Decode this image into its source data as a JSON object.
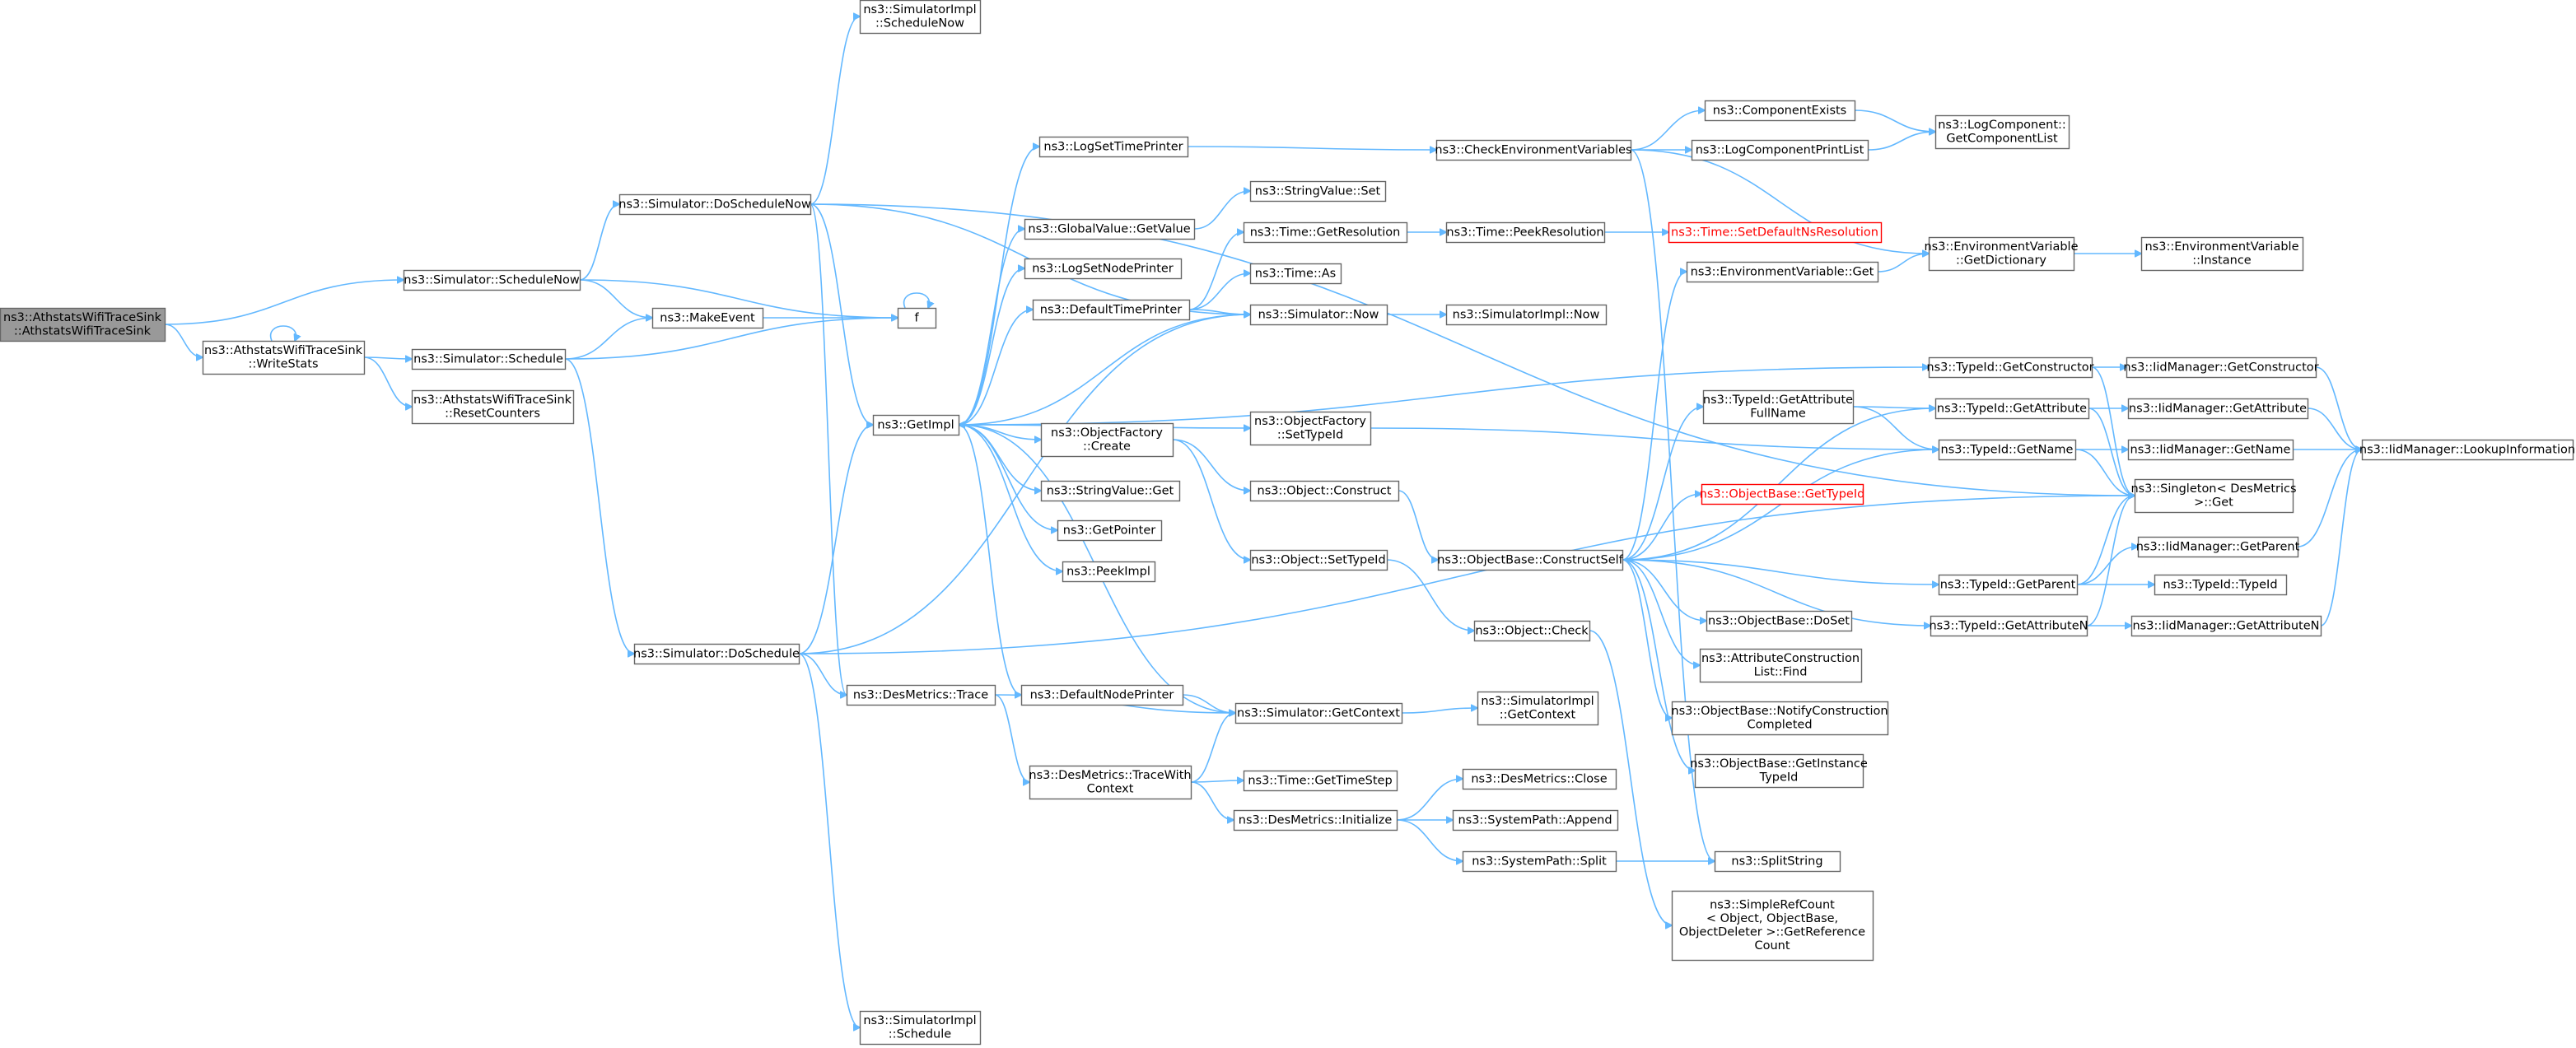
{
  "graph": {
    "colors": {
      "edge": "#63b8ff",
      "root_fill": "#999999",
      "node_border": "#666666",
      "highlight_border": "#ff0000"
    },
    "nodes": [
      {
        "id": "root",
        "lines": [
          "ns3::AthstatsWifiTraceSink",
          "::AthstatsWifiTraceSink"
        ],
        "style": "root"
      },
      {
        "id": "writestats",
        "lines": [
          "ns3::AthstatsWifiTraceSink",
          "::WriteStats"
        ]
      },
      {
        "id": "resetcounters",
        "lines": [
          "ns3::AthstatsWifiTraceSink",
          "::ResetCounters"
        ]
      },
      {
        "id": "schedulenow",
        "lines": [
          "ns3::Simulator::ScheduleNow"
        ]
      },
      {
        "id": "schedule",
        "lines": [
          "ns3::Simulator::Schedule"
        ]
      },
      {
        "id": "makeevent",
        "lines": [
          "ns3::MakeEvent"
        ]
      },
      {
        "id": "f",
        "lines": [
          "f"
        ]
      },
      {
        "id": "doschedulenow",
        "lines": [
          "ns3::Simulator::DoScheduleNow"
        ]
      },
      {
        "id": "implschedulenow",
        "lines": [
          "ns3::SimulatorImpl",
          "::ScheduleNow"
        ]
      },
      {
        "id": "doschedule",
        "lines": [
          "ns3::Simulator::DoSchedule"
        ]
      },
      {
        "id": "implschedule",
        "lines": [
          "ns3::SimulatorImpl",
          "::Schedule"
        ]
      },
      {
        "id": "getimpl",
        "lines": [
          "ns3::GetImpl"
        ]
      },
      {
        "id": "desmetricstrace",
        "lines": [
          "ns3::DesMetrics::Trace"
        ]
      },
      {
        "id": "logsettimeprinter",
        "lines": [
          "ns3::LogSetTimePrinter"
        ]
      },
      {
        "id": "globalvalueget",
        "lines": [
          "ns3::GlobalValue::GetValue"
        ]
      },
      {
        "id": "logsetnodeprinter",
        "lines": [
          "ns3::LogSetNodePrinter"
        ]
      },
      {
        "id": "defaulttimeprinter",
        "lines": [
          "ns3::DefaultTimePrinter"
        ]
      },
      {
        "id": "objectfactorycreate",
        "lines": [
          "ns3::ObjectFactory",
          "::Create"
        ]
      },
      {
        "id": "stringvalueget",
        "lines": [
          "ns3::StringValue::Get"
        ]
      },
      {
        "id": "getpointer",
        "lines": [
          "ns3::GetPointer"
        ]
      },
      {
        "id": "peekimpl",
        "lines": [
          "ns3::PeekImpl"
        ]
      },
      {
        "id": "defaultnodeprinter",
        "lines": [
          "ns3::DefaultNodePrinter"
        ]
      },
      {
        "id": "tracewithcontext",
        "lines": [
          "ns3::DesMetrics::TraceWith",
          "Context"
        ]
      },
      {
        "id": "stringvalueset",
        "lines": [
          "ns3::StringValue::Set"
        ]
      },
      {
        "id": "timegetresolution",
        "lines": [
          "ns3::Time::GetResolution"
        ]
      },
      {
        "id": "timeas",
        "lines": [
          "ns3::Time::As"
        ]
      },
      {
        "id": "simnow",
        "lines": [
          "ns3::Simulator::Now"
        ]
      },
      {
        "id": "ofsettypeid",
        "lines": [
          "ns3::ObjectFactory",
          "::SetTypeId"
        ]
      },
      {
        "id": "objectconstruct",
        "lines": [
          "ns3::Object::Construct"
        ]
      },
      {
        "id": "objectsettypeid",
        "lines": [
          "ns3::Object::SetTypeId"
        ]
      },
      {
        "id": "simgetcontext",
        "lines": [
          "ns3::Simulator::GetContext"
        ]
      },
      {
        "id": "timegettimestep",
        "lines": [
          "ns3::Time::GetTimeStep"
        ]
      },
      {
        "id": "desinitialize",
        "lines": [
          "ns3::DesMetrics::Initialize"
        ]
      },
      {
        "id": "checkenv",
        "lines": [
          "ns3::CheckEnvironmentVariables"
        ]
      },
      {
        "id": "timepeekres",
        "lines": [
          "ns3::Time::PeekResolution"
        ]
      },
      {
        "id": "implnow",
        "lines": [
          "ns3::SimulatorImpl::Now"
        ]
      },
      {
        "id": "constructself",
        "lines": [
          "ns3::ObjectBase::ConstructSelf"
        ]
      },
      {
        "id": "objectcheck",
        "lines": [
          "ns3::Object::Check"
        ]
      },
      {
        "id": "implgetcontext",
        "lines": [
          "ns3::SimulatorImpl",
          "::GetContext"
        ]
      },
      {
        "id": "desclose",
        "lines": [
          "ns3::DesMetrics::Close"
        ]
      },
      {
        "id": "syspathappend",
        "lines": [
          "ns3::SystemPath::Append"
        ]
      },
      {
        "id": "syspathsplit",
        "lines": [
          "ns3::SystemPath::Split"
        ]
      },
      {
        "id": "componentexists",
        "lines": [
          "ns3::ComponentExists"
        ]
      },
      {
        "id": "logcomponentprintlist",
        "lines": [
          "ns3::LogComponentPrintList"
        ]
      },
      {
        "id": "setdefaultnsres",
        "lines": [
          "ns3::Time::SetDefaultNsResolution"
        ],
        "style": "red"
      },
      {
        "id": "envvarget",
        "lines": [
          "ns3::EnvironmentVariable::Get"
        ]
      },
      {
        "id": "typeidgetattrfullname",
        "lines": [
          "ns3::TypeId::GetAttribute",
          "FullName"
        ]
      },
      {
        "id": "objectbasegettypeid",
        "lines": [
          "ns3::ObjectBase::GetTypeId"
        ],
        "style": "red"
      },
      {
        "id": "objectbasedoset",
        "lines": [
          "ns3::ObjectBase::DoSet"
        ]
      },
      {
        "id": "attrconstructionfind",
        "lines": [
          "ns3::AttributeConstruction",
          "List::Find"
        ]
      },
      {
        "id": "notifyconstruction",
        "lines": [
          "ns3::ObjectBase::NotifyConstruction",
          "Completed"
        ]
      },
      {
        "id": "getinstancetypeid",
        "lines": [
          "ns3::ObjectBase::GetInstance",
          "TypeId"
        ]
      },
      {
        "id": "splitstring",
        "lines": [
          "ns3::SplitString"
        ]
      },
      {
        "id": "simplerefcount",
        "lines": [
          "ns3::SimpleRefCount",
          "< Object, ObjectBase,",
          "ObjectDeleter >::GetReference",
          "Count"
        ]
      },
      {
        "id": "logcomponentgetlist",
        "lines": [
          "ns3::LogComponent::",
          "GetComponentList"
        ]
      },
      {
        "id": "envvargetdict",
        "lines": [
          "ns3::EnvironmentVariable",
          "::GetDictionary"
        ]
      },
      {
        "id": "typeidgetconstructor",
        "lines": [
          "ns3::TypeId::GetConstructor"
        ]
      },
      {
        "id": "typeidgetattribute",
        "lines": [
          "ns3::TypeId::GetAttribute"
        ]
      },
      {
        "id": "typeidgetname",
        "lines": [
          "ns3::TypeId::GetName"
        ]
      },
      {
        "id": "typeidgetparent",
        "lines": [
          "ns3::TypeId::GetParent"
        ]
      },
      {
        "id": "typeidgetattributen",
        "lines": [
          "ns3::TypeId::GetAttributeN"
        ]
      },
      {
        "id": "envvarinstance",
        "lines": [
          "ns3::EnvironmentVariable",
          "::Instance"
        ]
      },
      {
        "id": "iidgetconstructor",
        "lines": [
          "ns3::IidManager::GetConstructor"
        ]
      },
      {
        "id": "iidgetattribute",
        "lines": [
          "ns3::IidManager::GetAttribute"
        ]
      },
      {
        "id": "iidgetname",
        "lines": [
          "ns3::IidManager::GetName"
        ]
      },
      {
        "id": "singletonget",
        "lines": [
          "ns3::Singleton< DesMetrics",
          ">::Get"
        ]
      },
      {
        "id": "iidgetparent",
        "lines": [
          "ns3::IidManager::GetParent"
        ]
      },
      {
        "id": "typeidtypeid",
        "lines": [
          "ns3::TypeId::TypeId"
        ]
      },
      {
        "id": "iidgetattributen",
        "lines": [
          "ns3::IidManager::GetAttributeN"
        ]
      },
      {
        "id": "iidlookup",
        "lines": [
          "ns3::IidManager::LookupInformation"
        ]
      }
    ],
    "edges": [
      [
        "root",
        "schedulenow"
      ],
      [
        "root",
        "writestats"
      ],
      [
        "writestats",
        "writestats"
      ],
      [
        "writestats",
        "schedule"
      ],
      [
        "writestats",
        "resetcounters"
      ],
      [
        "schedulenow",
        "doschedulenow"
      ],
      [
        "schedulenow",
        "makeevent"
      ],
      [
        "schedulenow",
        "f"
      ],
      [
        "schedule",
        "makeevent"
      ],
      [
        "schedule",
        "f"
      ],
      [
        "schedule",
        "doschedule"
      ],
      [
        "makeevent",
        "f"
      ],
      [
        "f",
        "f"
      ],
      [
        "doschedulenow",
        "implschedulenow"
      ],
      [
        "doschedulenow",
        "singletonget"
      ],
      [
        "doschedulenow",
        "simnow"
      ],
      [
        "doschedulenow",
        "getimpl"
      ],
      [
        "doschedulenow",
        "desmetricstrace"
      ],
      [
        "doschedule",
        "getimpl"
      ],
      [
        "doschedule",
        "desmetricstrace"
      ],
      [
        "doschedule",
        "simnow"
      ],
      [
        "doschedule",
        "implschedule"
      ],
      [
        "doschedule",
        "singletonget"
      ],
      [
        "getimpl",
        "logsettimeprinter"
      ],
      [
        "getimpl",
        "globalvalueget"
      ],
      [
        "getimpl",
        "logsetnodeprinter"
      ],
      [
        "getimpl",
        "defaulttimeprinter"
      ],
      [
        "getimpl",
        "objectfactorycreate"
      ],
      [
        "getimpl",
        "stringvalueget"
      ],
      [
        "getimpl",
        "getpointer"
      ],
      [
        "getimpl",
        "peekimpl"
      ],
      [
        "getimpl",
        "defaultnodeprinter"
      ],
      [
        "getimpl",
        "ofsettypeid"
      ],
      [
        "getimpl",
        "typeidgetconstructor"
      ],
      [
        "desmetricstrace",
        "simgetcontext"
      ],
      [
        "desmetricstrace",
        "tracewithcontext"
      ],
      [
        "tracewithcontext",
        "simgetcontext"
      ],
      [
        "tracewithcontext",
        "timegettimestep"
      ],
      [
        "tracewithcontext",
        "desinitialize"
      ],
      [
        "desinitialize",
        "desclose"
      ],
      [
        "desinitialize",
        "syspathappend"
      ],
      [
        "desinitialize",
        "syspathsplit"
      ],
      [
        "syspathsplit",
        "splitstring"
      ],
      [
        "logsettimeprinter",
        "checkenv"
      ],
      [
        "globalvalueget",
        "stringvalueset"
      ],
      [
        "defaulttimeprinter",
        "timegetresolution"
      ],
      [
        "defaulttimeprinter",
        "timeas"
      ],
      [
        "defaulttimeprinter",
        "simnow"
      ],
      [
        "timegetresolution",
        "timepeekres"
      ],
      [
        "timepeekres",
        "setdefaultnsres"
      ],
      [
        "simnow",
        "getimpl"
      ],
      [
        "simnow",
        "implnow"
      ],
      [
        "objectfactorycreate",
        "objectconstruct"
      ],
      [
        "objectfactorycreate",
        "objectsettypeid"
      ],
      [
        "ofsettypeid",
        "typeidgetname"
      ],
      [
        "objectconstruct",
        "constructself"
      ],
      [
        "objectsettypeid",
        "objectcheck"
      ],
      [
        "objectcheck",
        "simplerefcount"
      ],
      [
        "defaultnodeprinter",
        "simgetcontext"
      ],
      [
        "simgetcontext",
        "getimpl"
      ],
      [
        "simgetcontext",
        "implgetcontext"
      ],
      [
        "checkenv",
        "componentexists"
      ],
      [
        "checkenv",
        "logcomponentprintlist"
      ],
      [
        "checkenv",
        "envvargetdict"
      ],
      [
        "checkenv",
        "splitstring"
      ],
      [
        "componentexists",
        "logcomponentgetlist"
      ],
      [
        "logcomponentprintlist",
        "logcomponentgetlist"
      ],
      [
        "envvarget",
        "envvargetdict"
      ],
      [
        "envvargetdict",
        "envvarinstance"
      ],
      [
        "constructself",
        "envvarget"
      ],
      [
        "constructself",
        "typeidgetattrfullname"
      ],
      [
        "constructself",
        "objectbasegettypeid"
      ],
      [
        "constructself",
        "objectbasedoset"
      ],
      [
        "constructself",
        "attrconstructionfind"
      ],
      [
        "constructself",
        "notifyconstruction"
      ],
      [
        "constructself",
        "getinstancetypeid"
      ],
      [
        "constructself",
        "typeidgetname"
      ],
      [
        "constructself",
        "typeidgetparent"
      ],
      [
        "constructself",
        "typeidgetattribute"
      ],
      [
        "constructself",
        "typeidgetattributen"
      ],
      [
        "typeidgetattrfullname",
        "typeidgetattribute"
      ],
      [
        "typeidgetattrfullname",
        "typeidgetname"
      ],
      [
        "typeidgetconstructor",
        "iidgetconstructor"
      ],
      [
        "typeidgetconstructor",
        "singletonget"
      ],
      [
        "typeidgetattribute",
        "iidgetattribute"
      ],
      [
        "typeidgetattribute",
        "singletonget"
      ],
      [
        "typeidgetname",
        "iidgetname"
      ],
      [
        "typeidgetname",
        "singletonget"
      ],
      [
        "typeidgetparent",
        "iidgetparent"
      ],
      [
        "typeidgetparent",
        "typeidtypeid"
      ],
      [
        "typeidgetparent",
        "singletonget"
      ],
      [
        "typeidgetattributen",
        "iidgetattributen"
      ],
      [
        "typeidgetattributen",
        "singletonget"
      ],
      [
        "iidgetconstructor",
        "iidlookup"
      ],
      [
        "iidgetattribute",
        "iidlookup"
      ],
      [
        "iidgetname",
        "iidlookup"
      ],
      [
        "iidgetparent",
        "iidlookup"
      ],
      [
        "iidgetattributen",
        "iidlookup"
      ]
    ]
  }
}
